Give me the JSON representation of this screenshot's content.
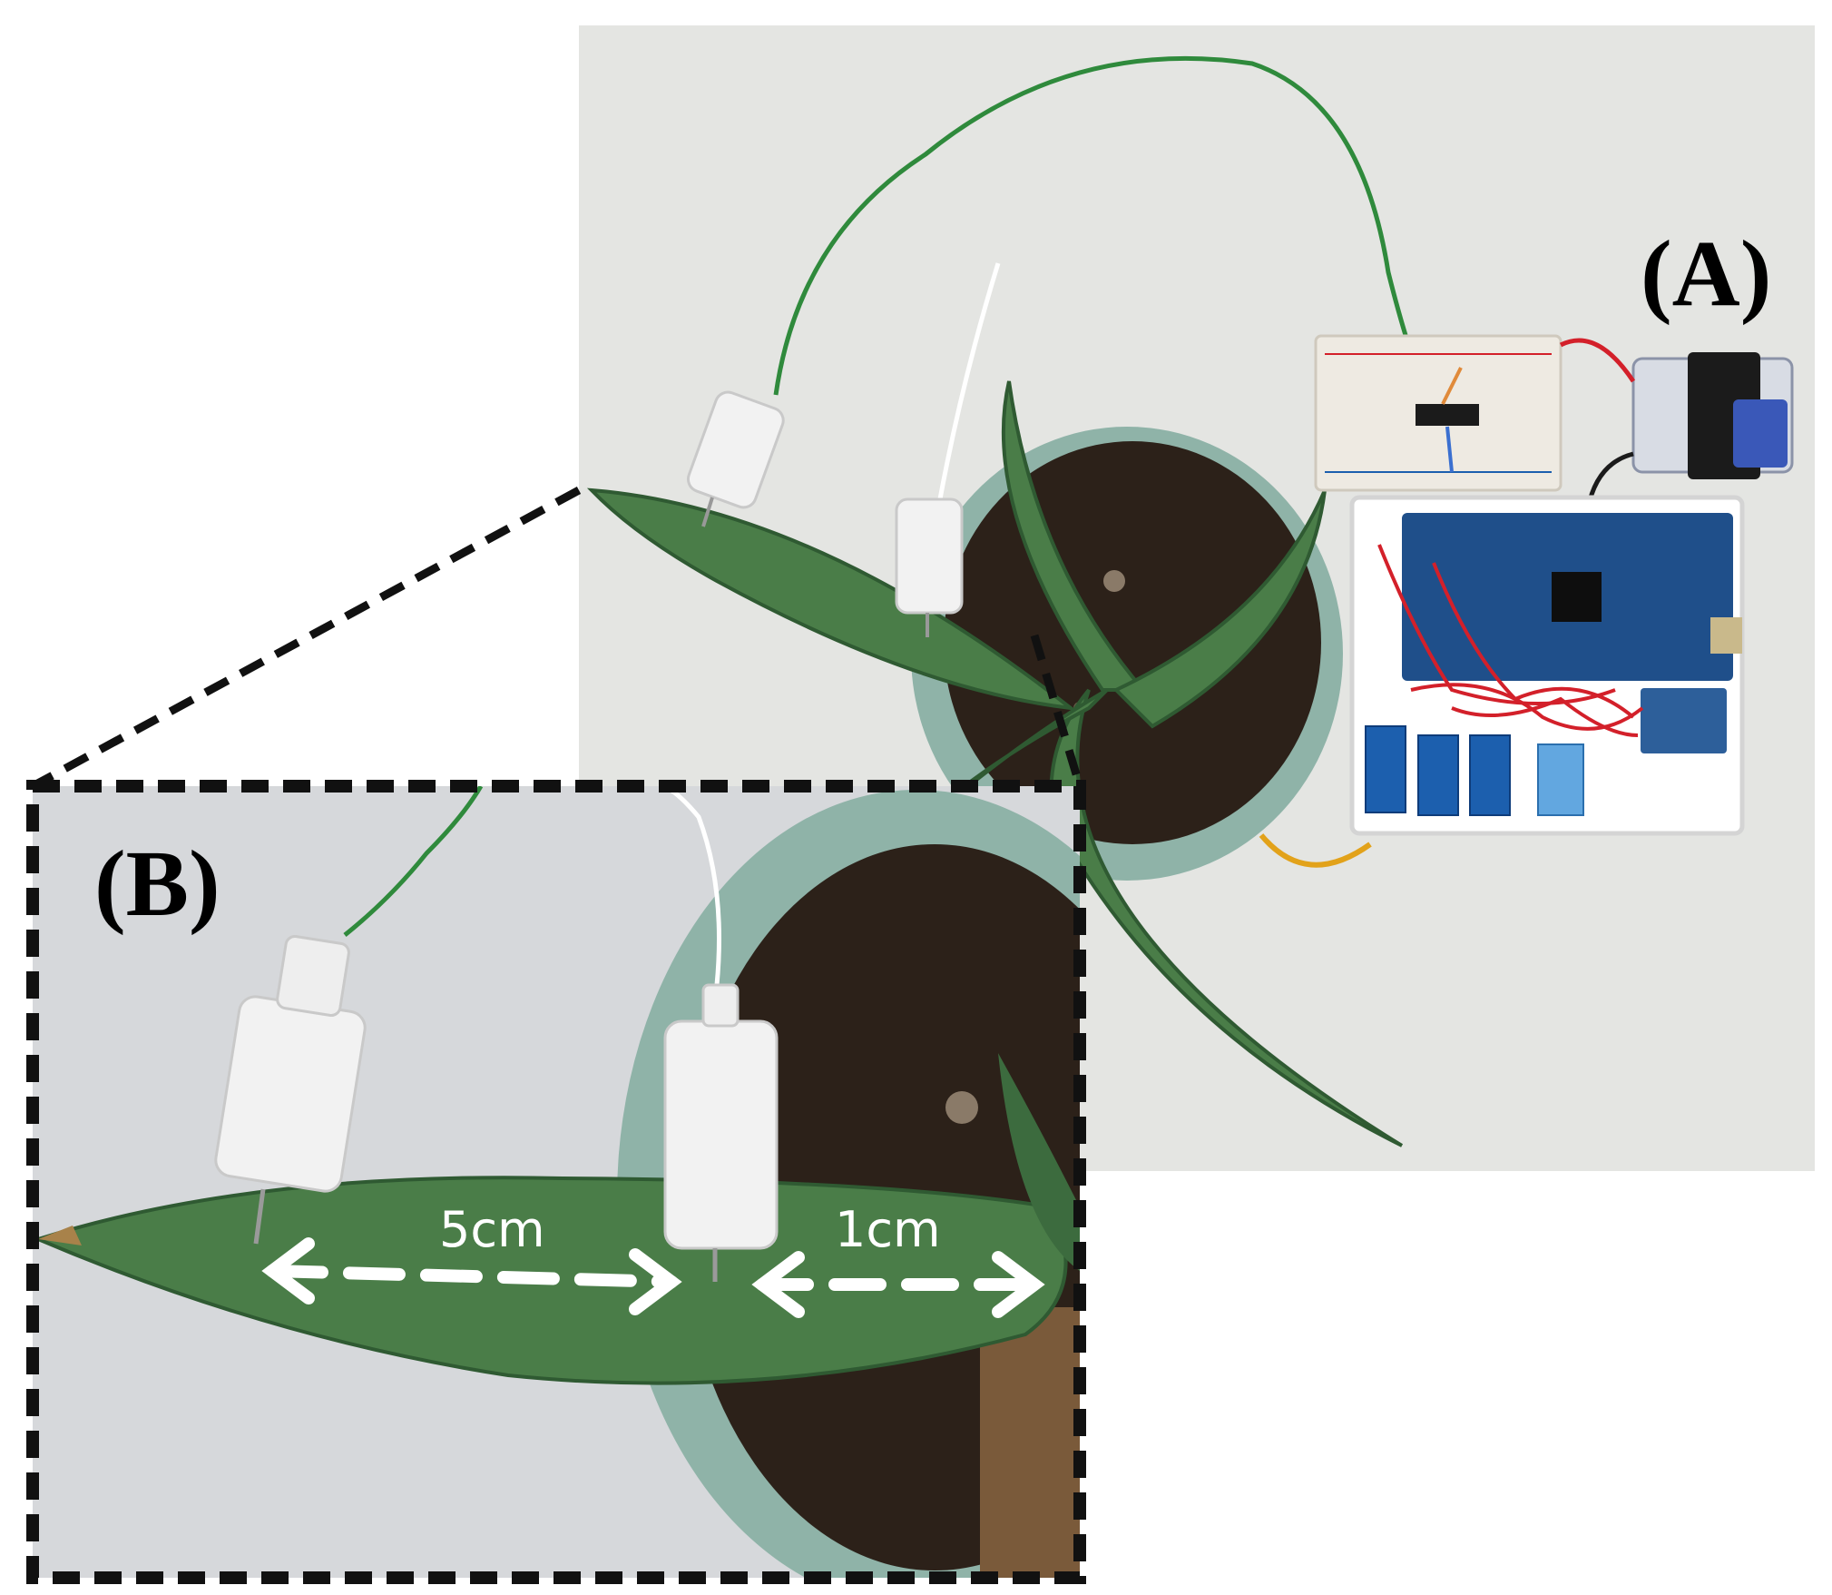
{
  "panels": {
    "a": {
      "label": "(A)"
    },
    "b": {
      "label": "(B)"
    }
  },
  "annotations": {
    "distance_5": "5cm",
    "distance_1": "1cm"
  },
  "colors": {
    "background": "#ffffff",
    "backdrop": "#e4e5e2",
    "leaf": "#4a7d48",
    "leaf_dark": "#2f5a32",
    "soil": "#2c2119",
    "pot": "#8fb3a8",
    "breadboard": "#eeeae2",
    "arduino": "#1f4f8a",
    "wire_red": "#d3202a",
    "wire_green": "#2f8a3c",
    "sensor_module": "#1c5fae",
    "dht_sensor": "#62a7e0",
    "battery": "#3a58b8",
    "probe": "#f2f2f2",
    "frame": "#111111",
    "arrow": "#ffffff"
  }
}
